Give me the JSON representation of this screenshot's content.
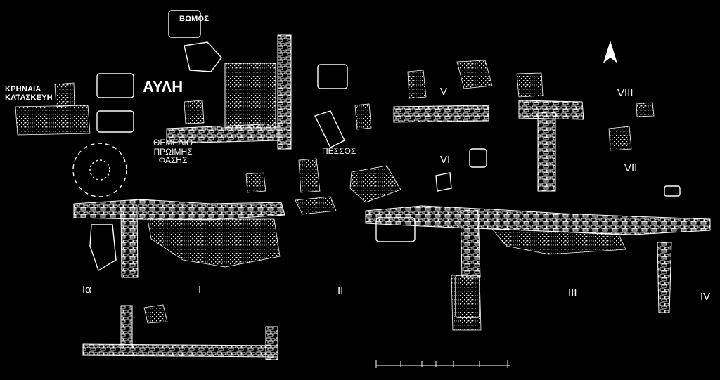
{
  "labels": {
    "altar": "ΒΩΜΟΣ",
    "courtyard": "ΑΥΛΗ",
    "fountain_line1": "ΚΡΗΝΑΙΑ",
    "fountain_line2": "ΚΑΤΑΣΚΕΥΗ",
    "foundation_line1": "ΘΕΜΕΛΙΟ",
    "foundation_line2": "ΠΡΩΙΜΗΣ",
    "foundation_line3": "ΦΑΣΗΣ",
    "pithos": "ΠΕΣΣΟΣ"
  },
  "rooms": {
    "Ia": "Ια",
    "I": "I",
    "II": "II",
    "III": "III",
    "IV": "IV",
    "V": "V",
    "VI": "VI",
    "VII": "VII",
    "VIII": "VIII"
  },
  "north_arrow": {
    "icon": "north-arrow-icon",
    "color": "#ffffff"
  },
  "colors": {
    "background": "#000000",
    "ink": "#ffffff"
  }
}
